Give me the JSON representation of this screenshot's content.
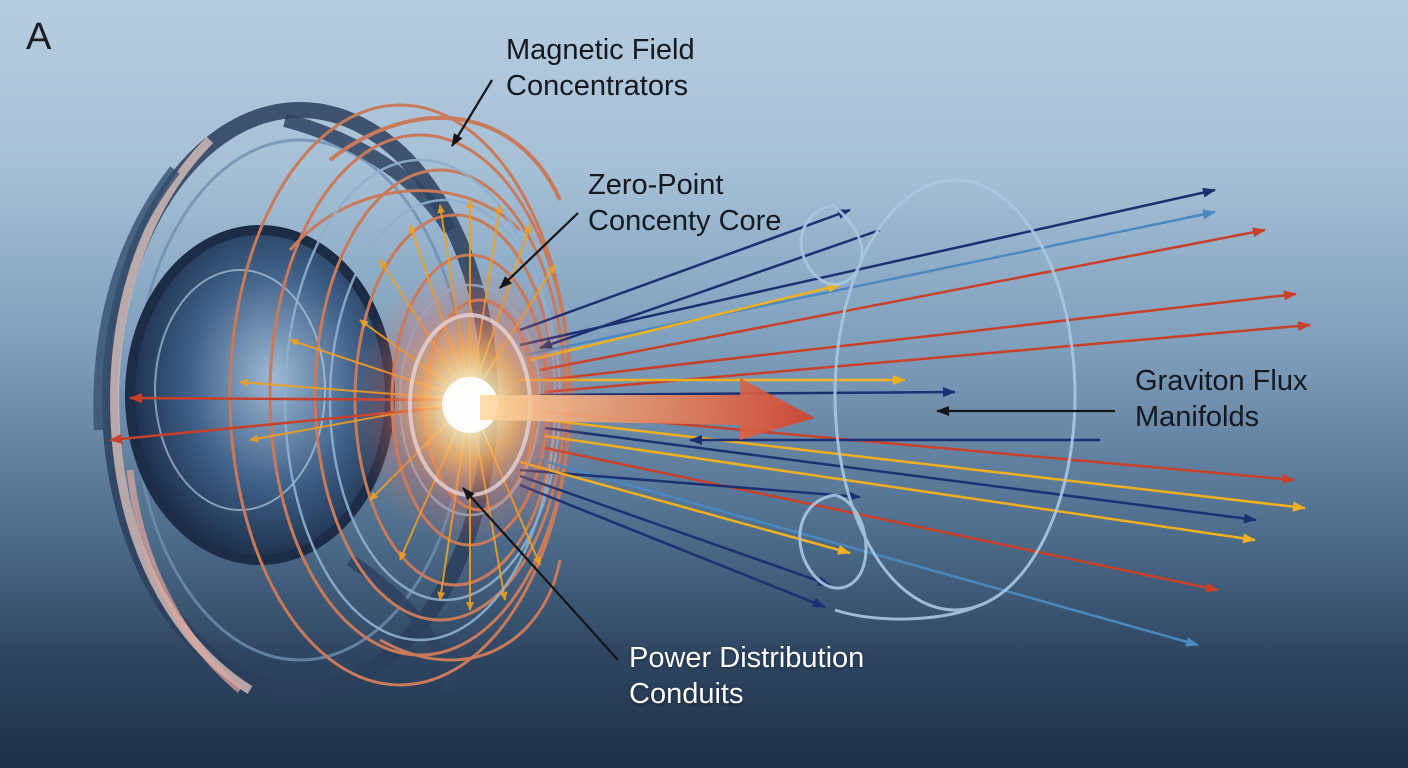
{
  "panel_letter": "A",
  "labels": {
    "magnetic_field": [
      "Magnetic Field",
      "Concentrators"
    ],
    "zero_point": [
      "Zero-Point",
      "Concenty Core"
    ],
    "graviton_flux": [
      "Graviton Flux",
      "Manifolds"
    ],
    "power_distribution": [
      "Power Distribution",
      "Conduits"
    ]
  },
  "colors": {
    "copper": "#c87a5a",
    "orange": "#f0a020",
    "red": "#c8402a",
    "navy": "#1c2f72",
    "steel_blue": "#4a88c0",
    "core_glow": "#fff2c0"
  }
}
